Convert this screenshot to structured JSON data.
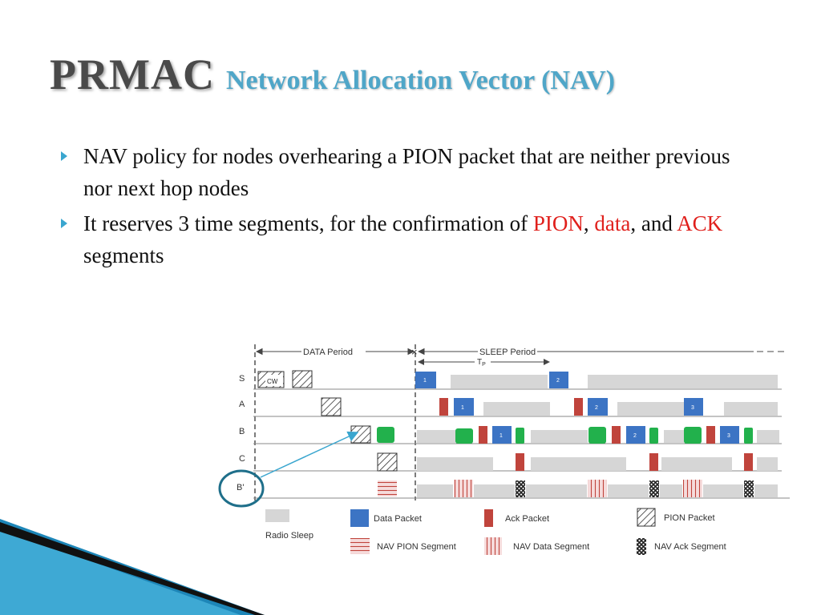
{
  "title": {
    "main": "PRMAC",
    "sub": "Network Allocation Vector (NAV)"
  },
  "bullets": [
    {
      "text": "NAV policy for nodes overhearing a PION packet that are neither previous nor next hop nodes"
    },
    {
      "pre": "It reserves 3 time segments, for the confirmation of ",
      "pion": "PION",
      "comma": ",",
      "data": "data",
      "and": ", and ",
      "ack": "ACK",
      "post": " segments"
    }
  ],
  "diagram": {
    "data_period": "DATA Period",
    "sleep_period": "SLEEP Period",
    "tp": "T",
    "tp_sub": "P",
    "cw": "CW",
    "rows": [
      "S",
      "A",
      "B",
      "C",
      "B'"
    ],
    "packet_numbers": [
      "1",
      "2",
      "1",
      "2",
      "3",
      "1",
      "2",
      "3"
    ],
    "legend": {
      "radio_sleep": "Radio Sleep",
      "data_packet": "Data Packet",
      "ack_packet": "Ack Packet",
      "pion_packet": "PION Packet",
      "nav_pion": "NAV PION Segment",
      "nav_data": "NAV Data Segment",
      "nav_ack": "NAV Ack Segment"
    },
    "colors": {
      "data": "#3c74c4",
      "ack": "#c0443c",
      "green": "#22b14c",
      "sleep": "#d6d6d6",
      "nav": "#f1c7c7",
      "accent": "#3aa6cf"
    }
  }
}
